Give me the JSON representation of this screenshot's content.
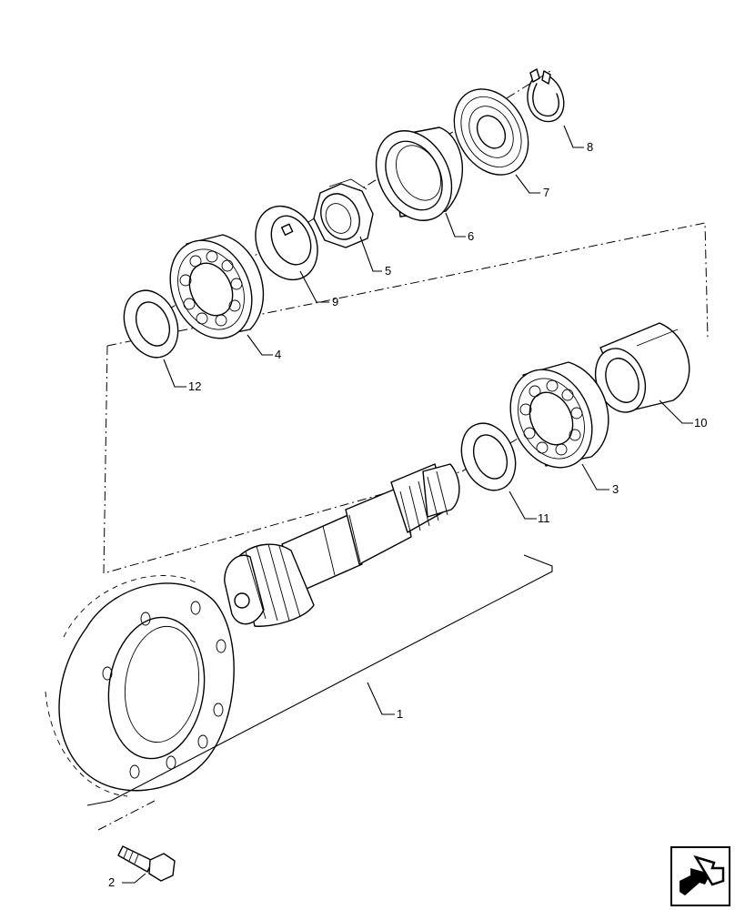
{
  "callouts": {
    "c1": "1",
    "c2": "2",
    "c3": "3",
    "c4": "4",
    "c5": "5",
    "c6": "6",
    "c7": "7",
    "c8": "8",
    "c9": "9",
    "c10": "10",
    "c11": "11",
    "c12": "12"
  },
  "icons": {
    "navigation": "next-page-arrow-icon"
  }
}
